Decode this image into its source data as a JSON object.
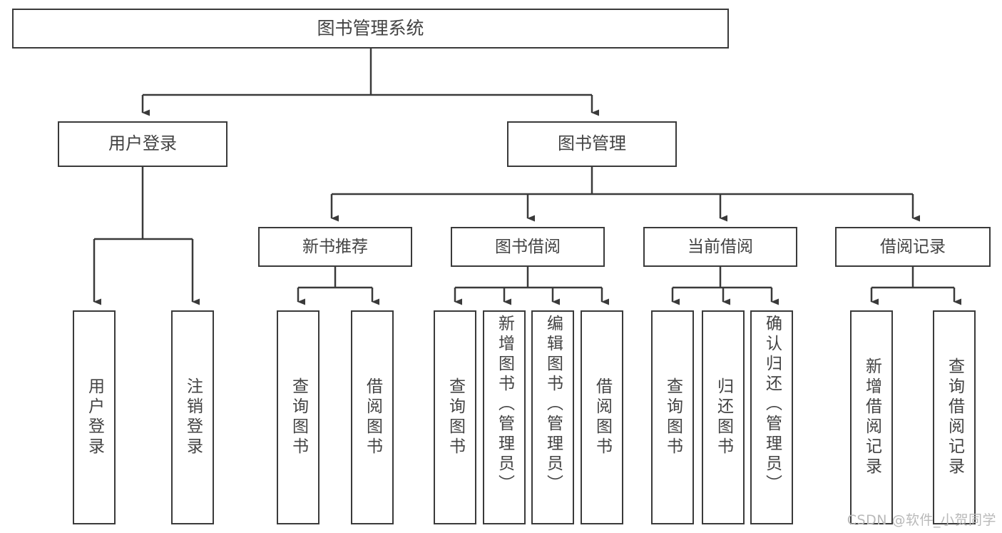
{
  "diagram": {
    "type": "tree",
    "title": "图书管理系统",
    "colors": {
      "box_border": "#3a3a3a",
      "box_fill": "#ffffff",
      "text": "#434343",
      "connector": "#3a3a3a",
      "watermark": "#b9b9b9",
      "background": "#ffffff"
    },
    "root": {
      "label": "图书管理系统"
    },
    "level2": [
      {
        "label": "用户登录"
      },
      {
        "label": "图书管理"
      }
    ],
    "level3": [
      {
        "label": "新书推荐"
      },
      {
        "label": "图书借阅"
      },
      {
        "label": "当前借阅"
      },
      {
        "label": "借阅记录"
      }
    ],
    "leaves": {
      "user_login": [
        {
          "label": "用户登录"
        },
        {
          "label": "注销登录"
        }
      ],
      "new_book_recommend": [
        {
          "label": "查询图书"
        },
        {
          "label": "借阅图书"
        }
      ],
      "book_borrow": [
        {
          "label": "查询图书"
        },
        {
          "label": "新增图书（管理员）"
        },
        {
          "label": "编辑图书（管理员）"
        },
        {
          "label": "借阅图书"
        }
      ],
      "current_borrow": [
        {
          "label": "查询图书"
        },
        {
          "label": "归还图书"
        },
        {
          "label": "确认归还（管理员）"
        }
      ],
      "borrow_record": [
        {
          "label": "新增借阅记录"
        },
        {
          "label": "查询借阅记录"
        }
      ]
    }
  },
  "watermark": {
    "text": "CSDN @软件_小贺同学"
  }
}
